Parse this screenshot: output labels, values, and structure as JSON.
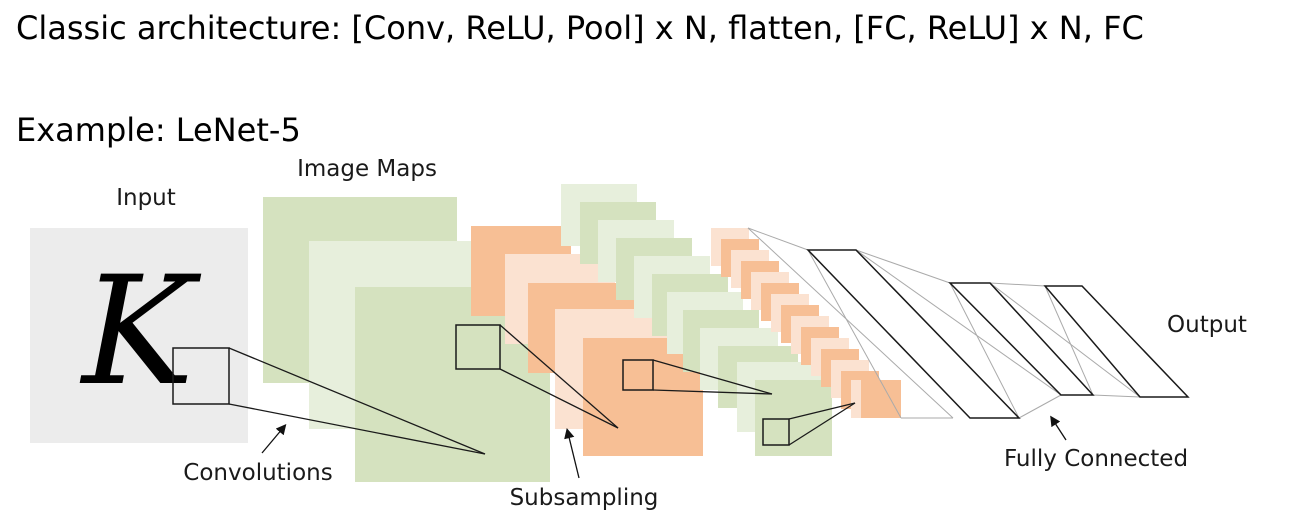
{
  "heading": "Classic architecture: [Conv, ReLU, Pool] x N, flatten, [FC, ReLU] x N, FC",
  "subheading": "Example: LeNet-5",
  "diagram": {
    "input_label": "Input",
    "input_glyph": "K",
    "image_maps_label": "Image Maps",
    "convolutions_label": "Convolutions",
    "subsampling_label": "Subsampling",
    "fully_connected_label": "Fully Connected",
    "output_label": "Output",
    "colors": {
      "input_bg": "#ececec",
      "green": "#d5e2bf",
      "green_light": "#e7efdc",
      "orange": "#f7bf95",
      "orange_light": "#fbe2d1",
      "stroke": "#1a1a1a",
      "fc_line": "#aaaaaa"
    }
  }
}
